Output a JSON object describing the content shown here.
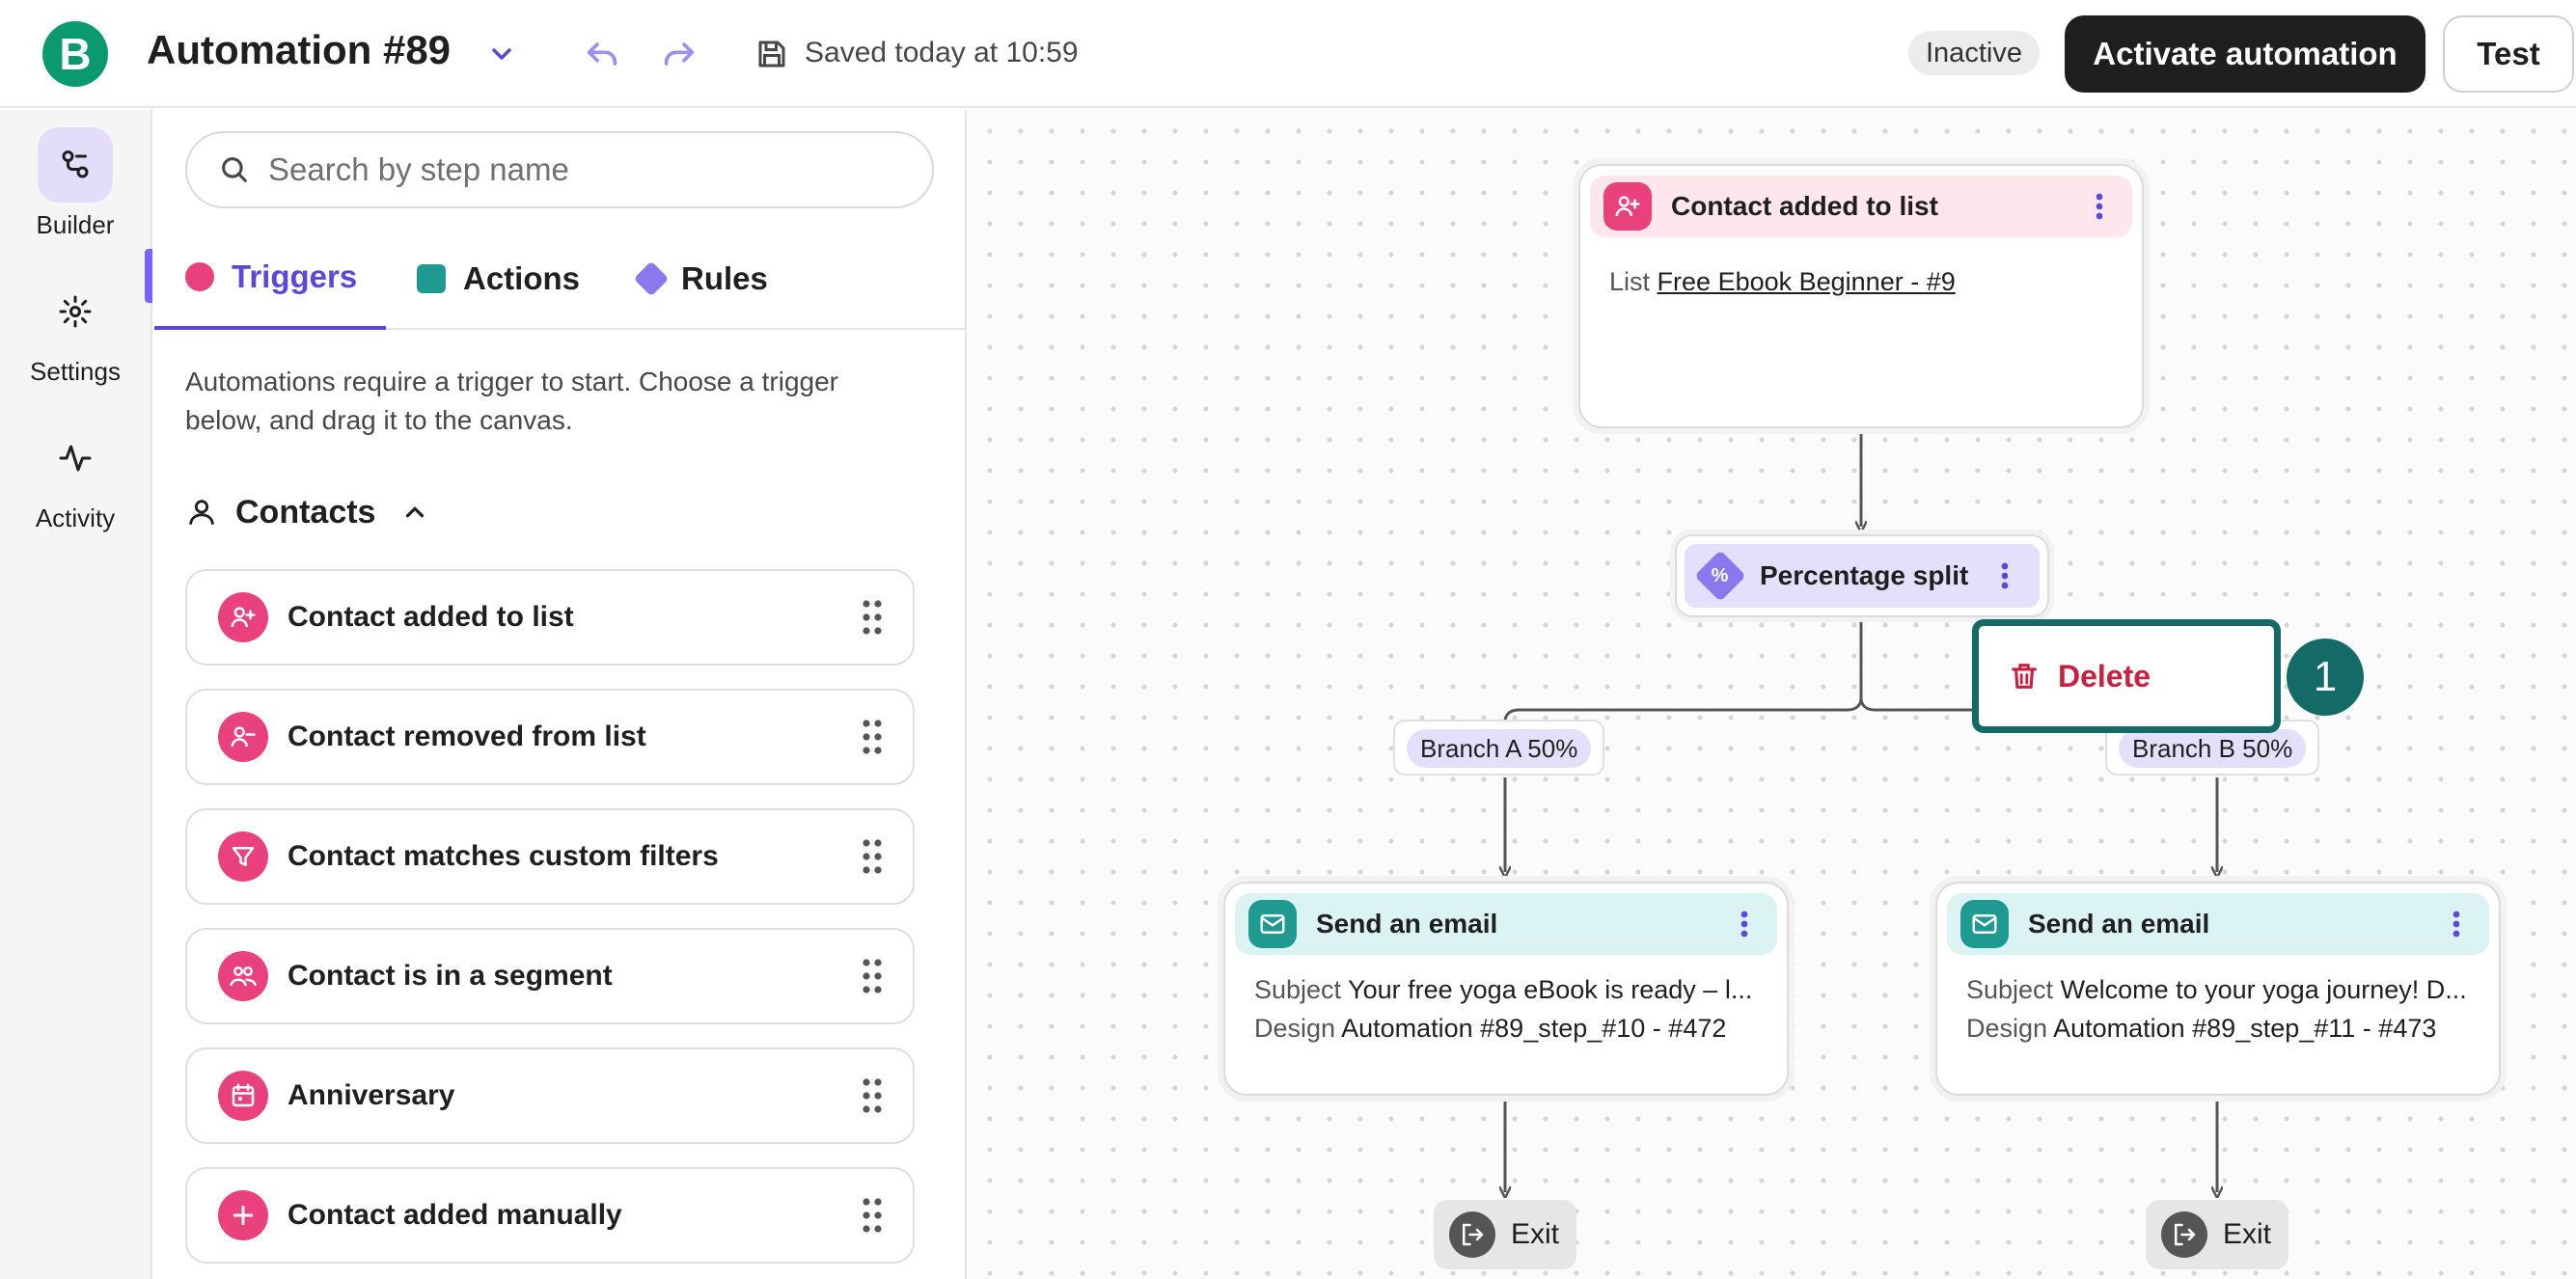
{
  "header": {
    "logo_letter": "B",
    "title": "Automation #89",
    "saved_text": "Saved today at 10:59",
    "status_badge": "Inactive",
    "activate_label": "Activate automation",
    "test_label": "Test"
  },
  "rail": {
    "items": [
      {
        "label": "Builder",
        "icon": "builder-icon",
        "active": true
      },
      {
        "label": "Settings",
        "icon": "gear-icon",
        "active": false
      },
      {
        "label": "Activity",
        "icon": "activity-icon",
        "active": false
      }
    ]
  },
  "panel": {
    "search_placeholder": "Search by step name",
    "tabs": [
      {
        "label": "Triggers",
        "color": "#e8417c",
        "active": true
      },
      {
        "label": "Actions",
        "color": "#1f9a90",
        "active": false
      },
      {
        "label": "Rules",
        "color": "#8a78ee",
        "active": false
      }
    ],
    "intro": "Automations require a trigger to start. Choose a trigger below, and drag it to the canvas.",
    "section_title": "Contacts",
    "triggers": [
      {
        "label": "Contact added to list",
        "icon": "user-plus-icon"
      },
      {
        "label": "Contact removed from list",
        "icon": "user-minus-icon"
      },
      {
        "label": "Contact matches custom filters",
        "icon": "filter-icon"
      },
      {
        "label": "Contact is in a segment",
        "icon": "users-icon"
      },
      {
        "label": "Anniversary",
        "icon": "calendar-icon"
      },
      {
        "label": "Contact added manually",
        "icon": "plus-circle-icon"
      }
    ]
  },
  "canvas": {
    "trigger_node": {
      "title": "Contact added to list",
      "list_label": "List",
      "list_value": "Free Ebook Beginner - #9"
    },
    "split_node": {
      "title": "Percentage split",
      "icon_glyph": "%"
    },
    "branches": [
      {
        "label": "Branch A 50%"
      },
      {
        "label": "Branch B 50%"
      }
    ],
    "email_nodes": [
      {
        "title": "Send an email",
        "subject_label": "Subject",
        "subject_value": "Your free yoga eBook is ready – l...",
        "design_label": "Design",
        "design_value": "Automation #89_step_#10 - #472"
      },
      {
        "title": "Send an email",
        "subject_label": "Subject",
        "subject_value": "Welcome to your yoga journey! D...",
        "design_label": "Design",
        "design_value": "Automation #89_step_#11 - #473"
      }
    ],
    "exit_label": "Exit",
    "context_menu": {
      "delete_label": "Delete"
    },
    "step_marker": "1"
  },
  "colors": {
    "brand": "#0b996e",
    "accent": "#5a48dc",
    "trigger_pink": "#e8417c",
    "action_teal": "#1f9a90",
    "rule_purple": "#8a78ee",
    "danger": "#c8203f",
    "highlight": "#136a66"
  }
}
